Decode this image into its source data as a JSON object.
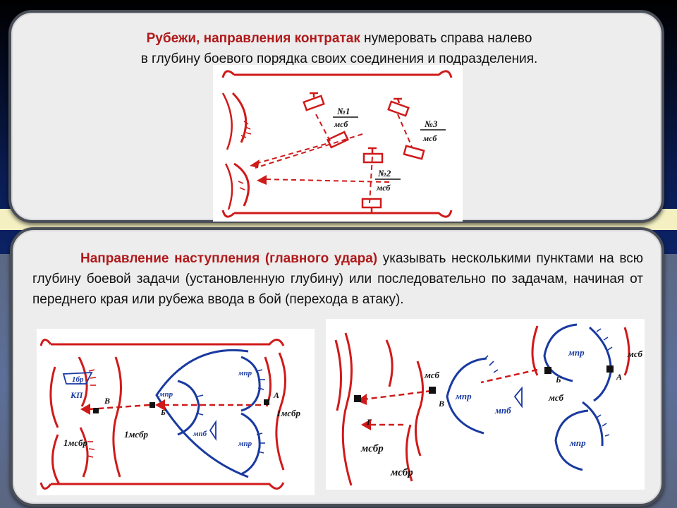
{
  "slide": {
    "colors": {
      "accent_red": "#b01919",
      "diagram_red": "#d01a1a",
      "diagram_blue": "#1a3aa0"
    }
  },
  "top_panel": {
    "heading": "Рубежи, направления контратак",
    "text_rest": " нумеровать справа налево",
    "text_line2": "в глубину боевого порядка своих соединения и подразделения."
  },
  "bottom_panel": {
    "heading": "Направление наступления (главного удара)",
    "text": " указывать несколькими пунктами на всю глубину боевой задачи (установленную глубину) или последовательно по задачам, начиная от переднего края или рубежа ввода в бой (перехода в атаку)."
  },
  "diagram_top": {
    "unit1_num": "№1",
    "unit1_type": "мсб",
    "unit2_num": "№2",
    "unit2_type": "мсб",
    "unit3_num": "№3",
    "unit3_type": "мсб"
  },
  "diagram_left": {
    "lbl_1br": "1бр",
    "lbl_kp": "КП",
    "lbl_v": "В",
    "lbl_1msbr_left": "1мсбр",
    "lbl_1msbr_mid": "1мсбр",
    "lbl_mpr_small": "мпр",
    "lbl_b": "Б",
    "lbl_mpb": "мпб",
    "lbl_mpr_top": "мпр",
    "lbl_mpr_bottom": "мпр",
    "lbl_a": "А",
    "lbl_1msbr_right": "1мсбр"
  },
  "diagram_right": {
    "lbl_g": "Г",
    "lbl_msbr_1": "мсбр",
    "lbl_msbr_2": "мсбр",
    "lbl_msb_1": "мсб",
    "lbl_v": "В",
    "lbl_mpr_1": "мпр",
    "lbl_mpb": "мпб",
    "lbl_b": "Б",
    "lbl_msb_2": "мсб",
    "lbl_mpr_2": "мпр",
    "lbl_a": "А",
    "lbl_msb_3": "мсб",
    "lbl_mpr_3": "мпр"
  }
}
